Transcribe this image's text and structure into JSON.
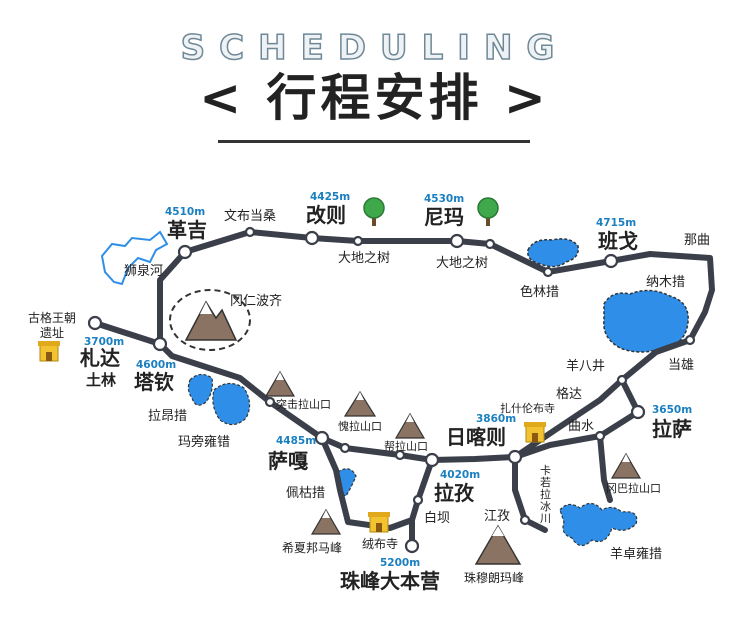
{
  "header": {
    "subtitle": "SCHEDULING",
    "title": "< 行程安排 >"
  },
  "colors": {
    "route": "#3b3f4a",
    "lake": "#2f8fe8",
    "altitude": "#1a7fc0",
    "tree": "#3fa84a",
    "temple": "#f2c230",
    "mountain": "#6b5a4e"
  },
  "places": {
    "gegi": "革吉",
    "gegi_alt": "4510m",
    "wenbu": "文布当桑",
    "gaize": "改则",
    "gaize_alt": "4425m",
    "tree1": "大地之树",
    "nima": "尼玛",
    "nima_alt": "4530m",
    "tree2": "大地之树",
    "banGe": "班戈",
    "banGe_alt": "4715m",
    "naqu": "那曲",
    "selin": "色林措",
    "namtso": "纳木措",
    "shiquan": "狮泉河",
    "kangrinboqe": "冈仁波齐",
    "guge": "古格王朝遗址",
    "zada": "札达",
    "zada_alt": "3700m",
    "zada_sub": "土林",
    "tarchen": "塔钦",
    "tarchen_alt": "4600m",
    "damxung": "当雄",
    "yangbajing": "羊八井",
    "lhaang": "拉昂措",
    "manasarovar": "玛旁雍错",
    "tuji": "突击拉山口",
    "gangda": "格达",
    "tashi": "扎什伦布寺",
    "lhasa": "拉萨",
    "lhasa_alt": "3650m",
    "guila": "愧拉山口",
    "saga": "萨嘎",
    "saga_alt": "4485m",
    "shigatse": "日喀则",
    "shigatse_alt": "3860m",
    "qushui": "曲水",
    "jiala": "帮拉山口",
    "paiku": "佩枯措",
    "lhatse": "拉孜",
    "lhatse_alt": "4020m",
    "karola": "卡若拉冰川",
    "gangba": "冈巴拉山口",
    "baiba": "白坝",
    "gyangze": "江孜",
    "shishapangma": "希夏邦马峰",
    "rongbuk": "绒布寺",
    "yamdrok": "羊卓雍措",
    "ebc": "珠峰大本营",
    "ebc_alt": "5200m",
    "qomolangma": "珠穆朗玛峰"
  }
}
